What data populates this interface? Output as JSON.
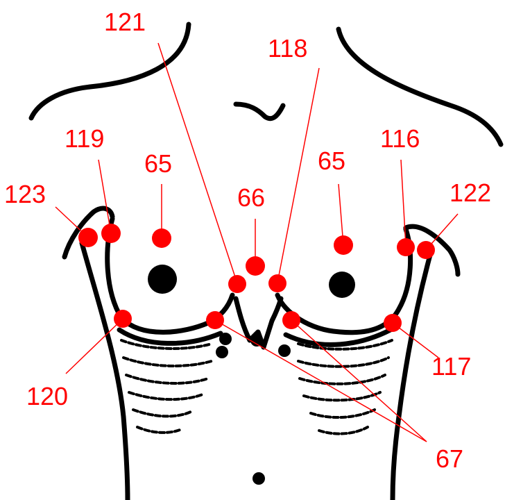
{
  "diagram": {
    "colors": {
      "point": "#ff0000",
      "outline": "#000000",
      "background": "#ffffff"
    },
    "labels": {
      "p121": "121",
      "p118": "118",
      "p119": "119",
      "p116": "116",
      "p65_left": "65",
      "p65_right": "65",
      "p66": "66",
      "p123": "123",
      "p122": "122",
      "p117": "117",
      "p120": "120",
      "p67": "67"
    }
  }
}
